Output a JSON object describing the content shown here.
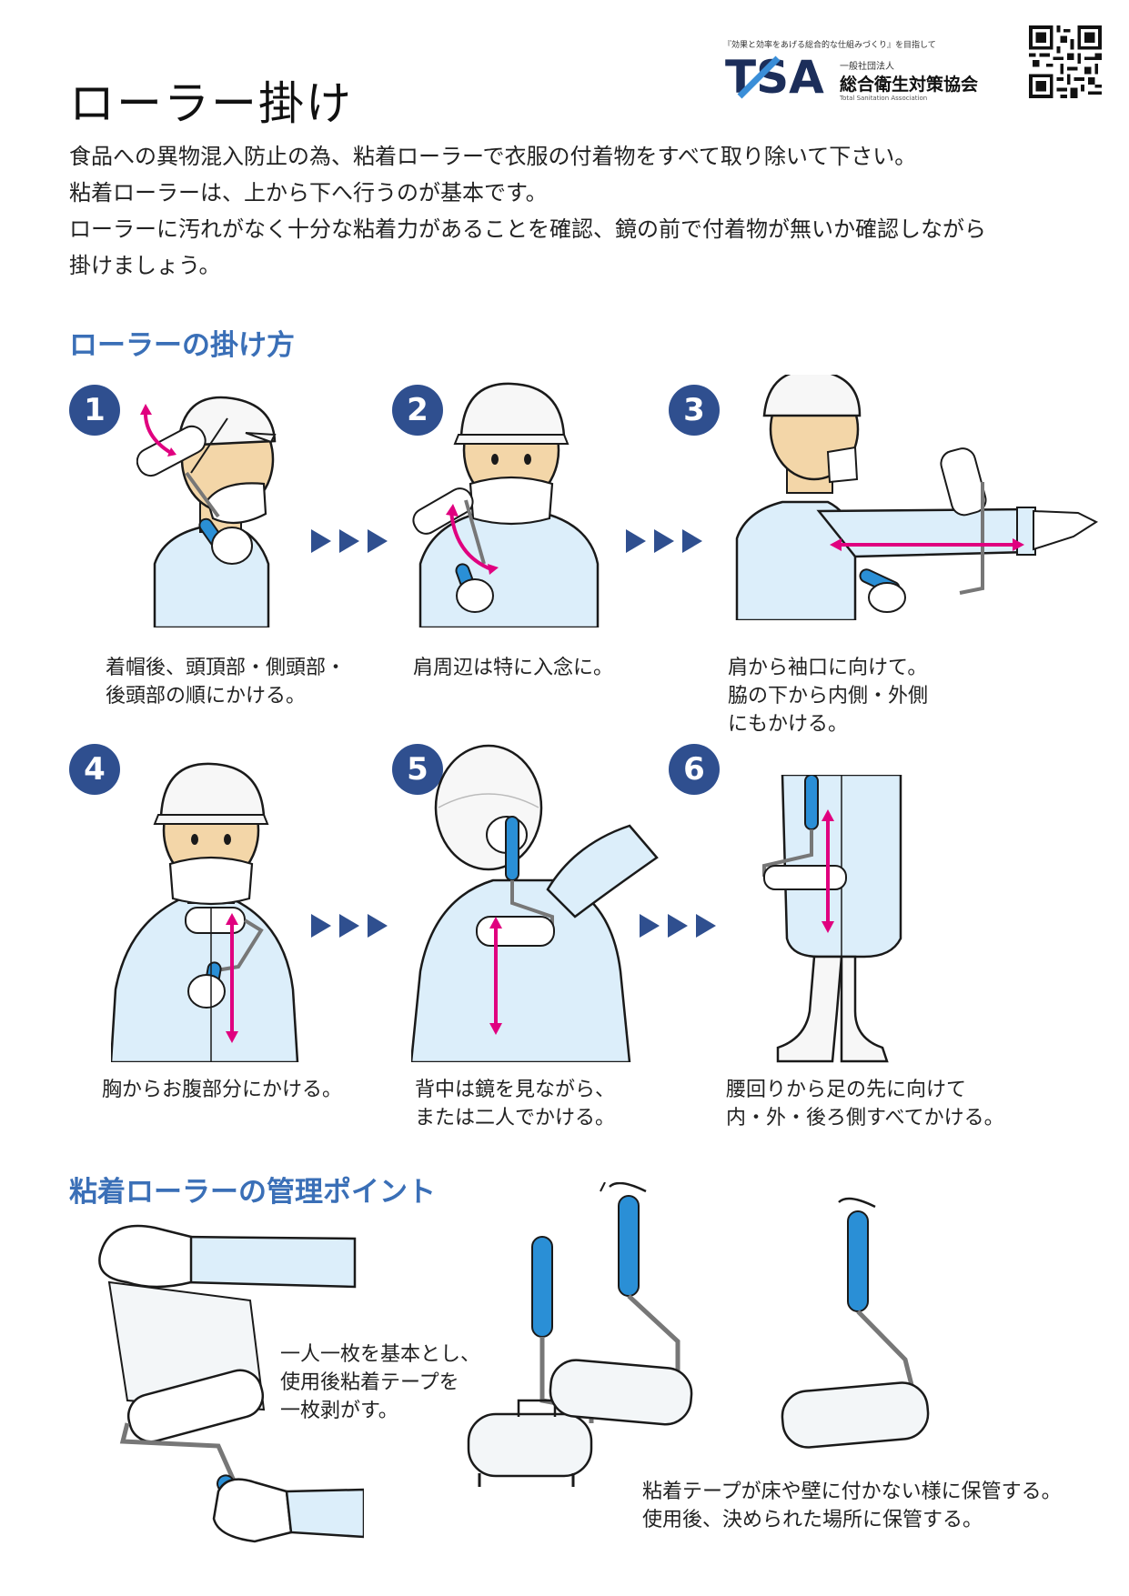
{
  "header": {
    "title": "ローラー掛け",
    "org_tagline": "『効果と効率をあげる総合的な仕組みづくり』を目指して",
    "org_logo_text": "TSA",
    "org_type": "一般社団法人",
    "org_name": "総合衛生対策協会",
    "org_name_en": "Total Sanitation Association"
  },
  "intro": [
    "食品への異物混入防止の為、粘着ローラーで衣服の付着物をすべて取り除いて下さい。",
    "粘着ローラーは、上から下へ行うのが基本です。",
    "ローラーに汚れがなく十分な粘着力があることを確認、鏡の前で付着物が無いか確認しながら",
    "掛けましょう。"
  ],
  "section_method": {
    "heading": "ローラーの掛け方",
    "steps": [
      {
        "num": "1",
        "lines": [
          "着帽後、頭頂部・側頭部・",
          "後頭部の順にかける。"
        ]
      },
      {
        "num": "2",
        "lines": [
          "肩周辺は特に入念に。"
        ]
      },
      {
        "num": "3",
        "lines": [
          "肩から袖口に向けて。",
          "脇の下から内側・外側",
          "にもかける。"
        ]
      },
      {
        "num": "4",
        "lines": [
          "胸からお腹部分にかける。"
        ]
      },
      {
        "num": "5",
        "lines": [
          "背中は鏡を見ながら、",
          "または二人でかける。"
        ]
      },
      {
        "num": "6",
        "lines": [
          "腰回りから足の先に向けて",
          "内・外・後ろ側すべてかける。"
        ]
      }
    ]
  },
  "section_manage": {
    "heading": "粘着ローラーの管理ポイント",
    "point1": [
      "一人一枚を基本とし、",
      "使用後粘着テープを",
      "一枚剥がす。"
    ],
    "point2": [
      "粘着テープが床や壁に付かない様に保管する。",
      "使用後、決められた場所に保管する。"
    ]
  },
  "colors": {
    "accent_blue": "#3a6fb7",
    "step_circle": "#2f4f8f",
    "arrow_magenta": "#e0007f",
    "handle_blue": "#2a8fd6",
    "garment": "#dceefa"
  }
}
